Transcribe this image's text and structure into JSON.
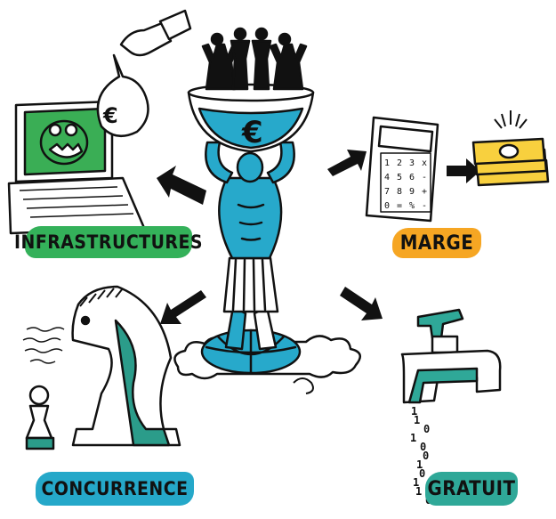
{
  "labels": {
    "infrastructures": "INFRASTRUCTURES",
    "marge": "MARGE",
    "concurrence": "CONCURRENCE",
    "gratuit": "GRATUIT"
  },
  "bowl_symbol": "€",
  "moneybag_symbol": "€",
  "binary_stream": [
    "1",
    "1",
    "0",
    "1",
    "0",
    "0",
    "1",
    "0",
    "1",
    "1",
    "0"
  ],
  "calculator_keys": [
    "1",
    "2",
    "3",
    "x",
    "4",
    "5",
    "6",
    "-",
    "7",
    "8",
    "9",
    "+",
    "0",
    "=",
    "%",
    "-"
  ],
  "colors": {
    "infrastructures_label": "#34b15a",
    "marge_label": "#f6a623",
    "concurrence_label": "#25a8c9",
    "gratuit_label": "#2fa898",
    "atlas_blue": "#27a9cb",
    "screen_green": "#3aae55",
    "money_yellow": "#f8d03e",
    "chess_teal": "#2b9c8a",
    "ink": "#111111"
  }
}
